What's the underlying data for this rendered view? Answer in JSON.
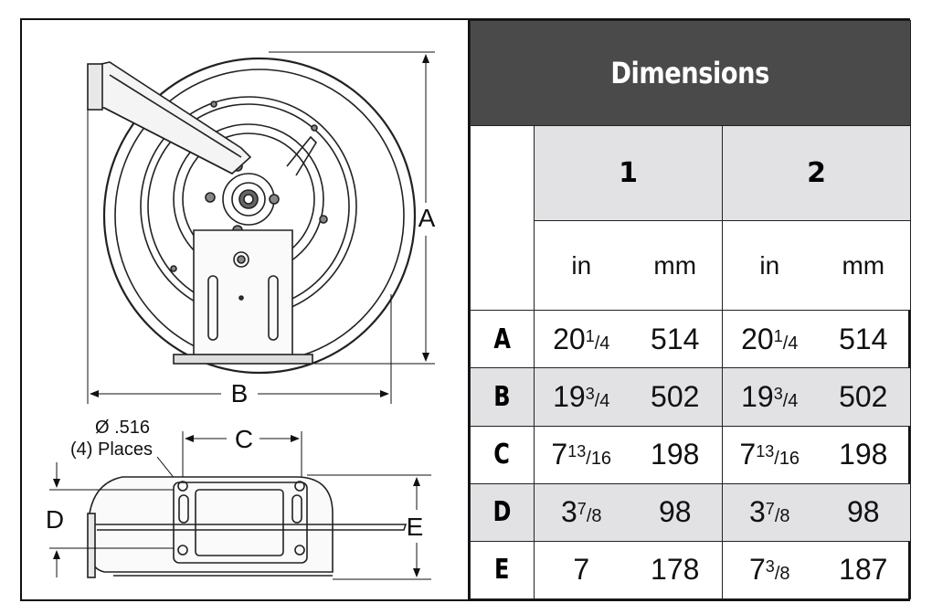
{
  "drawing": {
    "label_A": "A",
    "label_B": "B",
    "label_C": "C",
    "label_D": "D",
    "label_E": "E",
    "hole_note_1": "Ø .516",
    "hole_note_2": "(4) Places"
  },
  "table": {
    "title": "Dimensions",
    "groups": [
      "1",
      "2"
    ],
    "unit_in": "in",
    "unit_mm": "mm",
    "rows": [
      {
        "label": "A",
        "g1_in_whole": "20",
        "g1_in_num": "1",
        "g1_in_den": "4",
        "g1_mm": "514",
        "g2_in_whole": "20",
        "g2_in_num": "1",
        "g2_in_den": "4",
        "g2_mm": "514"
      },
      {
        "label": "B",
        "g1_in_whole": "19",
        "g1_in_num": "3",
        "g1_in_den": "4",
        "g1_mm": "502",
        "g2_in_whole": "19",
        "g2_in_num": "3",
        "g2_in_den": "4",
        "g2_mm": "502"
      },
      {
        "label": "C",
        "g1_in_whole": "7",
        "g1_in_num": "13",
        "g1_in_den": "16",
        "g1_mm": "198",
        "g2_in_whole": "7",
        "g2_in_num": "13",
        "g2_in_den": "16",
        "g2_mm": "198"
      },
      {
        "label": "D",
        "g1_in_whole": "3",
        "g1_in_num": "7",
        "g1_in_den": "8",
        "g1_mm": "98",
        "g2_in_whole": "3",
        "g2_in_num": "7",
        "g2_in_den": "8",
        "g2_mm": "98"
      },
      {
        "label": "E",
        "g1_in_whole": "7",
        "g1_in_num": "",
        "g1_in_den": "",
        "g1_mm": "178",
        "g2_in_whole": "7",
        "g2_in_num": "3",
        "g2_in_den": "8",
        "g2_mm": "187"
      }
    ]
  },
  "colors": {
    "header_bg": "#4a4a4a",
    "shade_bg": "#e2e2e4"
  }
}
